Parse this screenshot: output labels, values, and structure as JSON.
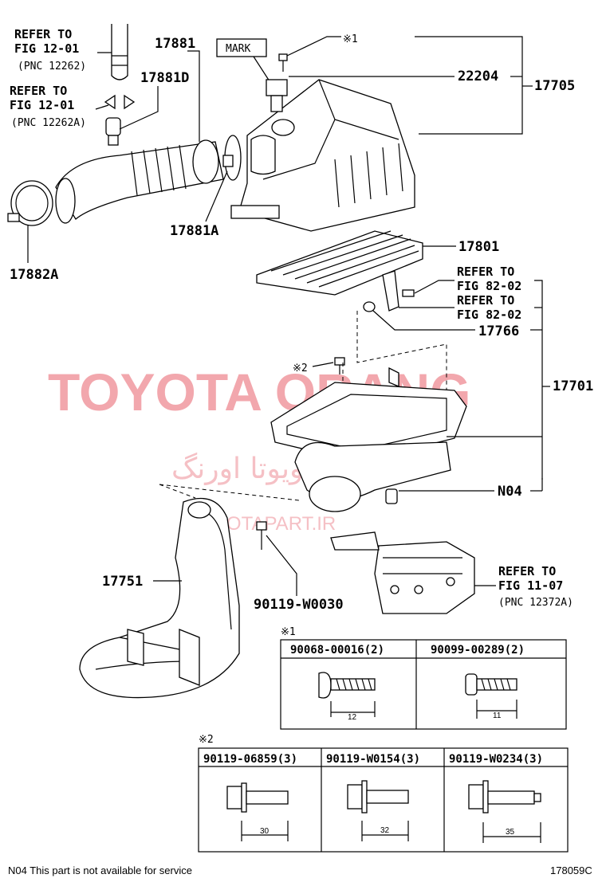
{
  "parts": {
    "p17881": "17881",
    "p17881D": "17881D",
    "p17881A": "17881A",
    "p17882A": "17882A",
    "p22204": "22204",
    "p17705": "17705",
    "p17801": "17801",
    "p17766": "17766",
    "p17701": "17701",
    "pN04": "N04",
    "p17751": "17751",
    "p90119W0030": "90119-W0030",
    "mark": "MARK",
    "note1": "※1",
    "note2": "※2"
  },
  "refs": {
    "r1_a": "REFER TO",
    "r1_b": "FIG 12-01",
    "r1_c": "(PNC 12262)",
    "r2_a": "REFER TO",
    "r2_b": "FIG 12-01",
    "r2_c": "(PNC 12262A)",
    "r3_a": "REFER TO",
    "r3_b": "FIG 82-02",
    "r4_a": "REFER TO",
    "r4_b": "FIG 82-02",
    "r5_a": "REFER TO",
    "r5_b": "FIG 11-07",
    "r5_c": "(PNC 12372A)"
  },
  "watermark": {
    "main": "TOYOTA ORANG",
    "persian": "تویوتا اورنگ",
    "site": "TOYOTAPART.IR"
  },
  "table1": {
    "mark": "※1",
    "headers": [
      "90068-00016(2)",
      "90099-00289(2)"
    ],
    "dims": [
      "12",
      "11"
    ]
  },
  "table2": {
    "mark": "※2",
    "headers": [
      "90119-06859(3)",
      "90119-W0154(3)",
      "90119-W0234(3)"
    ],
    "dims": [
      "30",
      "32",
      "35"
    ]
  },
  "footer": {
    "note": "N04  This part is not available for service",
    "code": "178059C"
  }
}
